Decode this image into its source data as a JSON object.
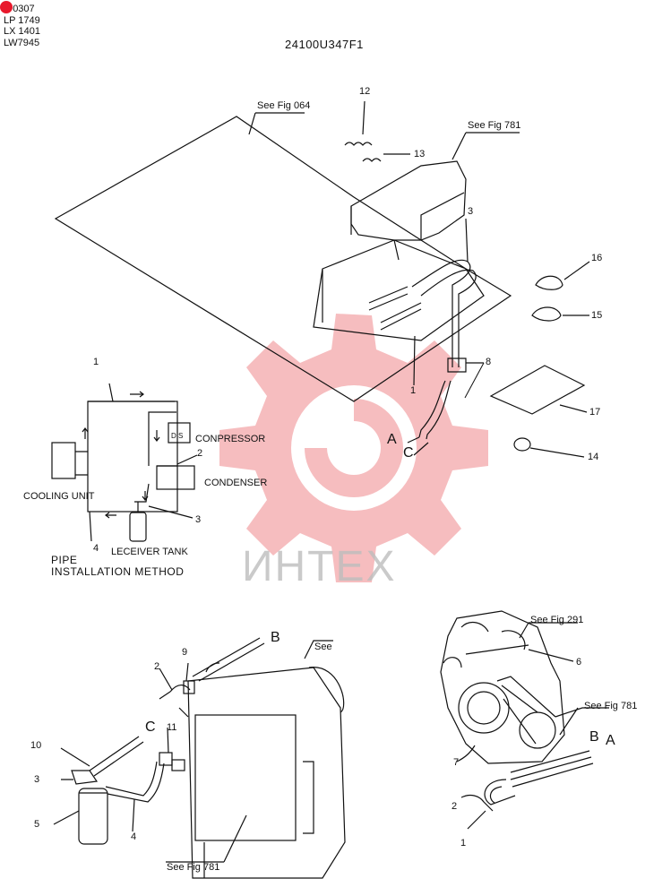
{
  "model_codes": [
    "P 0307",
    "LP 1749",
    "LX 1401",
    "LW7945"
  ],
  "drawing_number": "24100U347F1",
  "watermark_text": "ИНТЕХ",
  "schematic": {
    "compressor": "CONPRESSOR",
    "compressor_ports": "D S",
    "condenser": "CONDENSER",
    "cooling_unit": "COOLING UNIT",
    "receiver_tank": "LECEIVER TANK",
    "title_line1": "PIPE",
    "title_line2": "INSTALLATION METHOD",
    "pipe_1": "1",
    "pipe_2": "2",
    "pipe_3": "3",
    "pipe_4": "4"
  },
  "upper_view": {
    "see_fig_064": "See Fig 064",
    "see_fig_781": "See Fig 781",
    "part_12": "12",
    "part_13": "13",
    "part_3": "3",
    "part_16": "16",
    "part_15": "15",
    "part_8": "8",
    "part_1": "1",
    "part_17": "17",
    "part_14": "14",
    "conn_a": "A",
    "conn_c": "C"
  },
  "lower_left_view": {
    "conn_b": "B",
    "see": "See",
    "part_9": "9",
    "part_2": "2",
    "conn_c": "C",
    "part_10": "10",
    "part_11": "11",
    "part_3": "3",
    "part_5": "5",
    "part_4": "4",
    "see_fig_781": "See Fig 781"
  },
  "lower_right_view": {
    "see_fig_291": "See Fig 291",
    "part_6": "6",
    "see_fig_781": "See Fig 781",
    "conn_b": "B",
    "conn_a": "A",
    "part_7": "7",
    "part_2": "2",
    "part_1": "1"
  },
  "colors": {
    "line": "#111111",
    "watermark": "#f3a7aa",
    "logo_dot": "#e8192c"
  }
}
